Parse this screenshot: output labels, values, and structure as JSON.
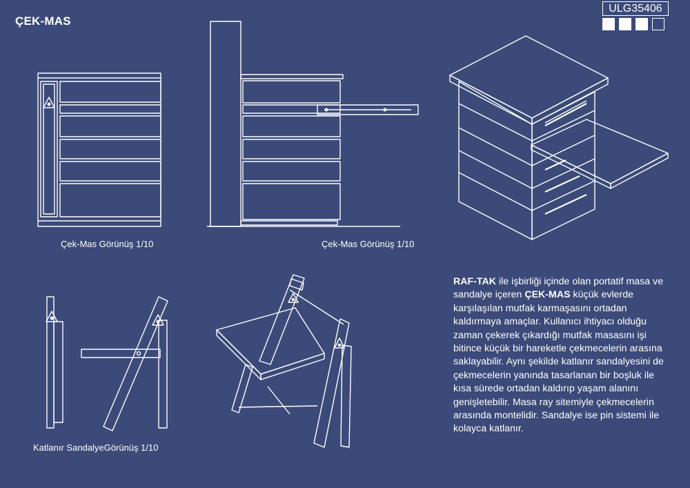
{
  "header": {
    "title": "ÇEK-MAS",
    "code": "ULG35406",
    "squares": [
      "filled",
      "filled",
      "filled",
      "empty"
    ]
  },
  "captions": {
    "front_view": "Çek-Mas Görünüş 1/10",
    "side_view": "Çek-Mas Görünüş 1/10",
    "chair_view": "Katlanır SandalyeGörünüş 1/10"
  },
  "description": {
    "brand": "RAF-TAK",
    "part1": " ile işbirliği içinde olan portatif masa ve sandalye içeren ",
    "product": "ÇEK-MAS",
    "part2": " küçük evlerde karşılaşılan mutfak karmaşasını ortadan kaldırmaya amaçlar. Kullanıcı ihtiyacı olduğu zaman çekerek çıkardığı mutfak masasını işi bitince küçük bir hareketle çekmecelerin arasına saklayabilir. Aynı şekilde katlanır sandalyesini de çekmecelerin yanında tasarlanan bir boşluk ile kısa sürede ortadan kaldırıp yaşam alanını genişletebilir. Masa ray sitemiyle çekmecelerin arasında montelidir. Sandalye ise pin sistemi ile kolayca katlanır."
  },
  "colors": {
    "background": "#3b4a78",
    "line": "#ffffff"
  }
}
